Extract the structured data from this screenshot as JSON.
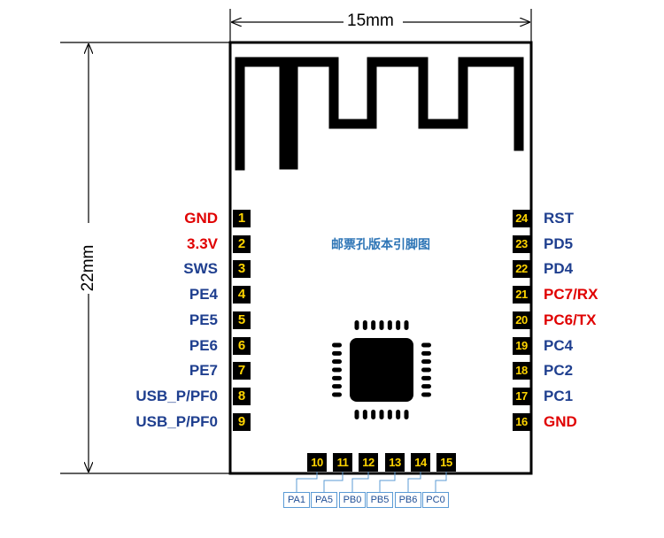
{
  "dimensions": {
    "width": "15mm",
    "height": "22mm"
  },
  "note": "邮票孔版本引脚图",
  "colors": {
    "blue": "#1f3f8f",
    "red": "#e00000",
    "pin_bg": "#000000",
    "pin_fg": "#ffd400",
    "tag_border": "#5b9bd5"
  },
  "left_pins": [
    {
      "num": "1",
      "label": "GND",
      "color": "red"
    },
    {
      "num": "2",
      "label": "3.3V",
      "color": "red"
    },
    {
      "num": "3",
      "label": "SWS",
      "color": "blue"
    },
    {
      "num": "4",
      "label": "PE4",
      "color": "blue"
    },
    {
      "num": "5",
      "label": "PE5",
      "color": "blue"
    },
    {
      "num": "6",
      "label": "PE6",
      "color": "blue"
    },
    {
      "num": "7",
      "label": "PE7",
      "color": "blue"
    },
    {
      "num": "8",
      "label": "USB_P/PF0",
      "color": "blue"
    },
    {
      "num": "9",
      "label": "USB_P/PF0",
      "color": "blue"
    }
  ],
  "right_pins": [
    {
      "num": "24",
      "label": "RST",
      "color": "blue"
    },
    {
      "num": "23",
      "label": "PD5",
      "color": "blue"
    },
    {
      "num": "22",
      "label": "PD4",
      "color": "blue"
    },
    {
      "num": "21",
      "label": "PC7/RX",
      "color": "red"
    },
    {
      "num": "20",
      "label": "PC6/TX",
      "color": "red"
    },
    {
      "num": "19",
      "label": "PC4",
      "color": "blue"
    },
    {
      "num": "18",
      "label": "PC2",
      "color": "blue"
    },
    {
      "num": "17",
      "label": "PC1",
      "color": "blue"
    },
    {
      "num": "16",
      "label": "GND",
      "color": "red"
    }
  ],
  "bottom_pins": [
    {
      "num": "10",
      "label": "PA1"
    },
    {
      "num": "11",
      "label": "PA5"
    },
    {
      "num": "12",
      "label": "PB0"
    },
    {
      "num": "13",
      "label": "PB5"
    },
    {
      "num": "14",
      "label": "PB6"
    },
    {
      "num": "15",
      "label": "PC0"
    }
  ]
}
